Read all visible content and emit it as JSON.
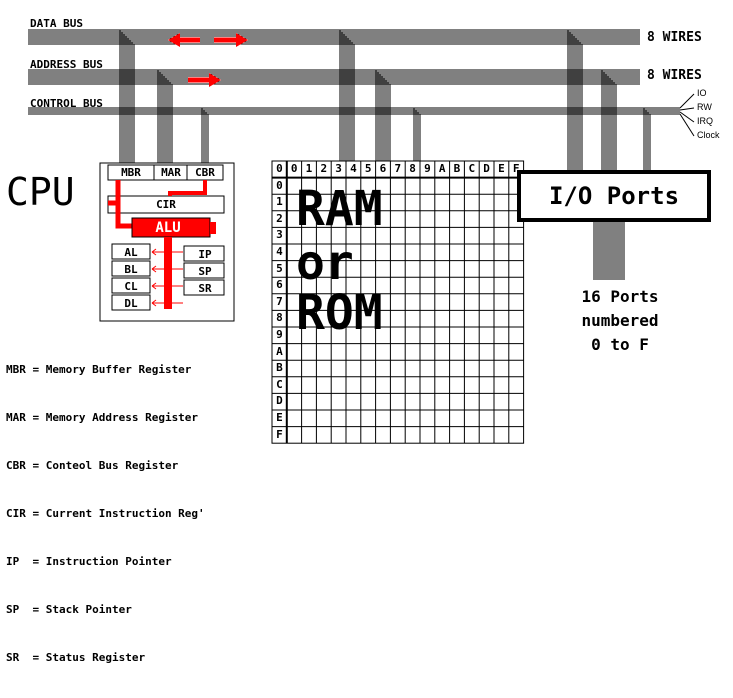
{
  "buses": {
    "data_bus": "DATA BUS",
    "address_bus": "ADDRESS BUS",
    "control_bus": "CONTROL BUS",
    "data_wires": "8 WIRES",
    "address_wires": "8 WIRES",
    "control_lines": [
      "IO",
      "RW",
      "IRQ",
      "Clock"
    ]
  },
  "cpu": {
    "title": "CPU",
    "top_registers": [
      "MBR",
      "MAR",
      "CBR"
    ],
    "cir": "CIR",
    "alu": "ALU",
    "general_registers": [
      "AL",
      "BL",
      "CL",
      "DL"
    ],
    "special_registers": [
      "IP",
      "SP",
      "SR"
    ]
  },
  "memory": {
    "line1": "RAM",
    "line2": "or",
    "line3": "ROM",
    "col_headers": [
      "0",
      "1",
      "2",
      "3",
      "4",
      "5",
      "6",
      "7",
      "8",
      "9",
      "A",
      "B",
      "C",
      "D",
      "E",
      "F"
    ],
    "row_headers": [
      "0",
      "1",
      "2",
      "3",
      "4",
      "5",
      "6",
      "7",
      "8",
      "9",
      "A",
      "B",
      "C",
      "D",
      "E",
      "F"
    ]
  },
  "io": {
    "title": "I/O Ports",
    "caption_line1": "16 Ports",
    "caption_line2": "numbered",
    "caption_line3": "0 to F"
  },
  "legend": [
    "MBR = Memory Buffer Register",
    "MAR = Memory Address Register",
    "CBR = Conteol Bus Register",
    "CIR = Current Instruction Reg'",
    "IP  = Instruction Pointer",
    "SP  = Stack Pointer",
    "SR  = Status Register"
  ],
  "colors": {
    "accent": "#ff0000",
    "line": "#000000"
  }
}
